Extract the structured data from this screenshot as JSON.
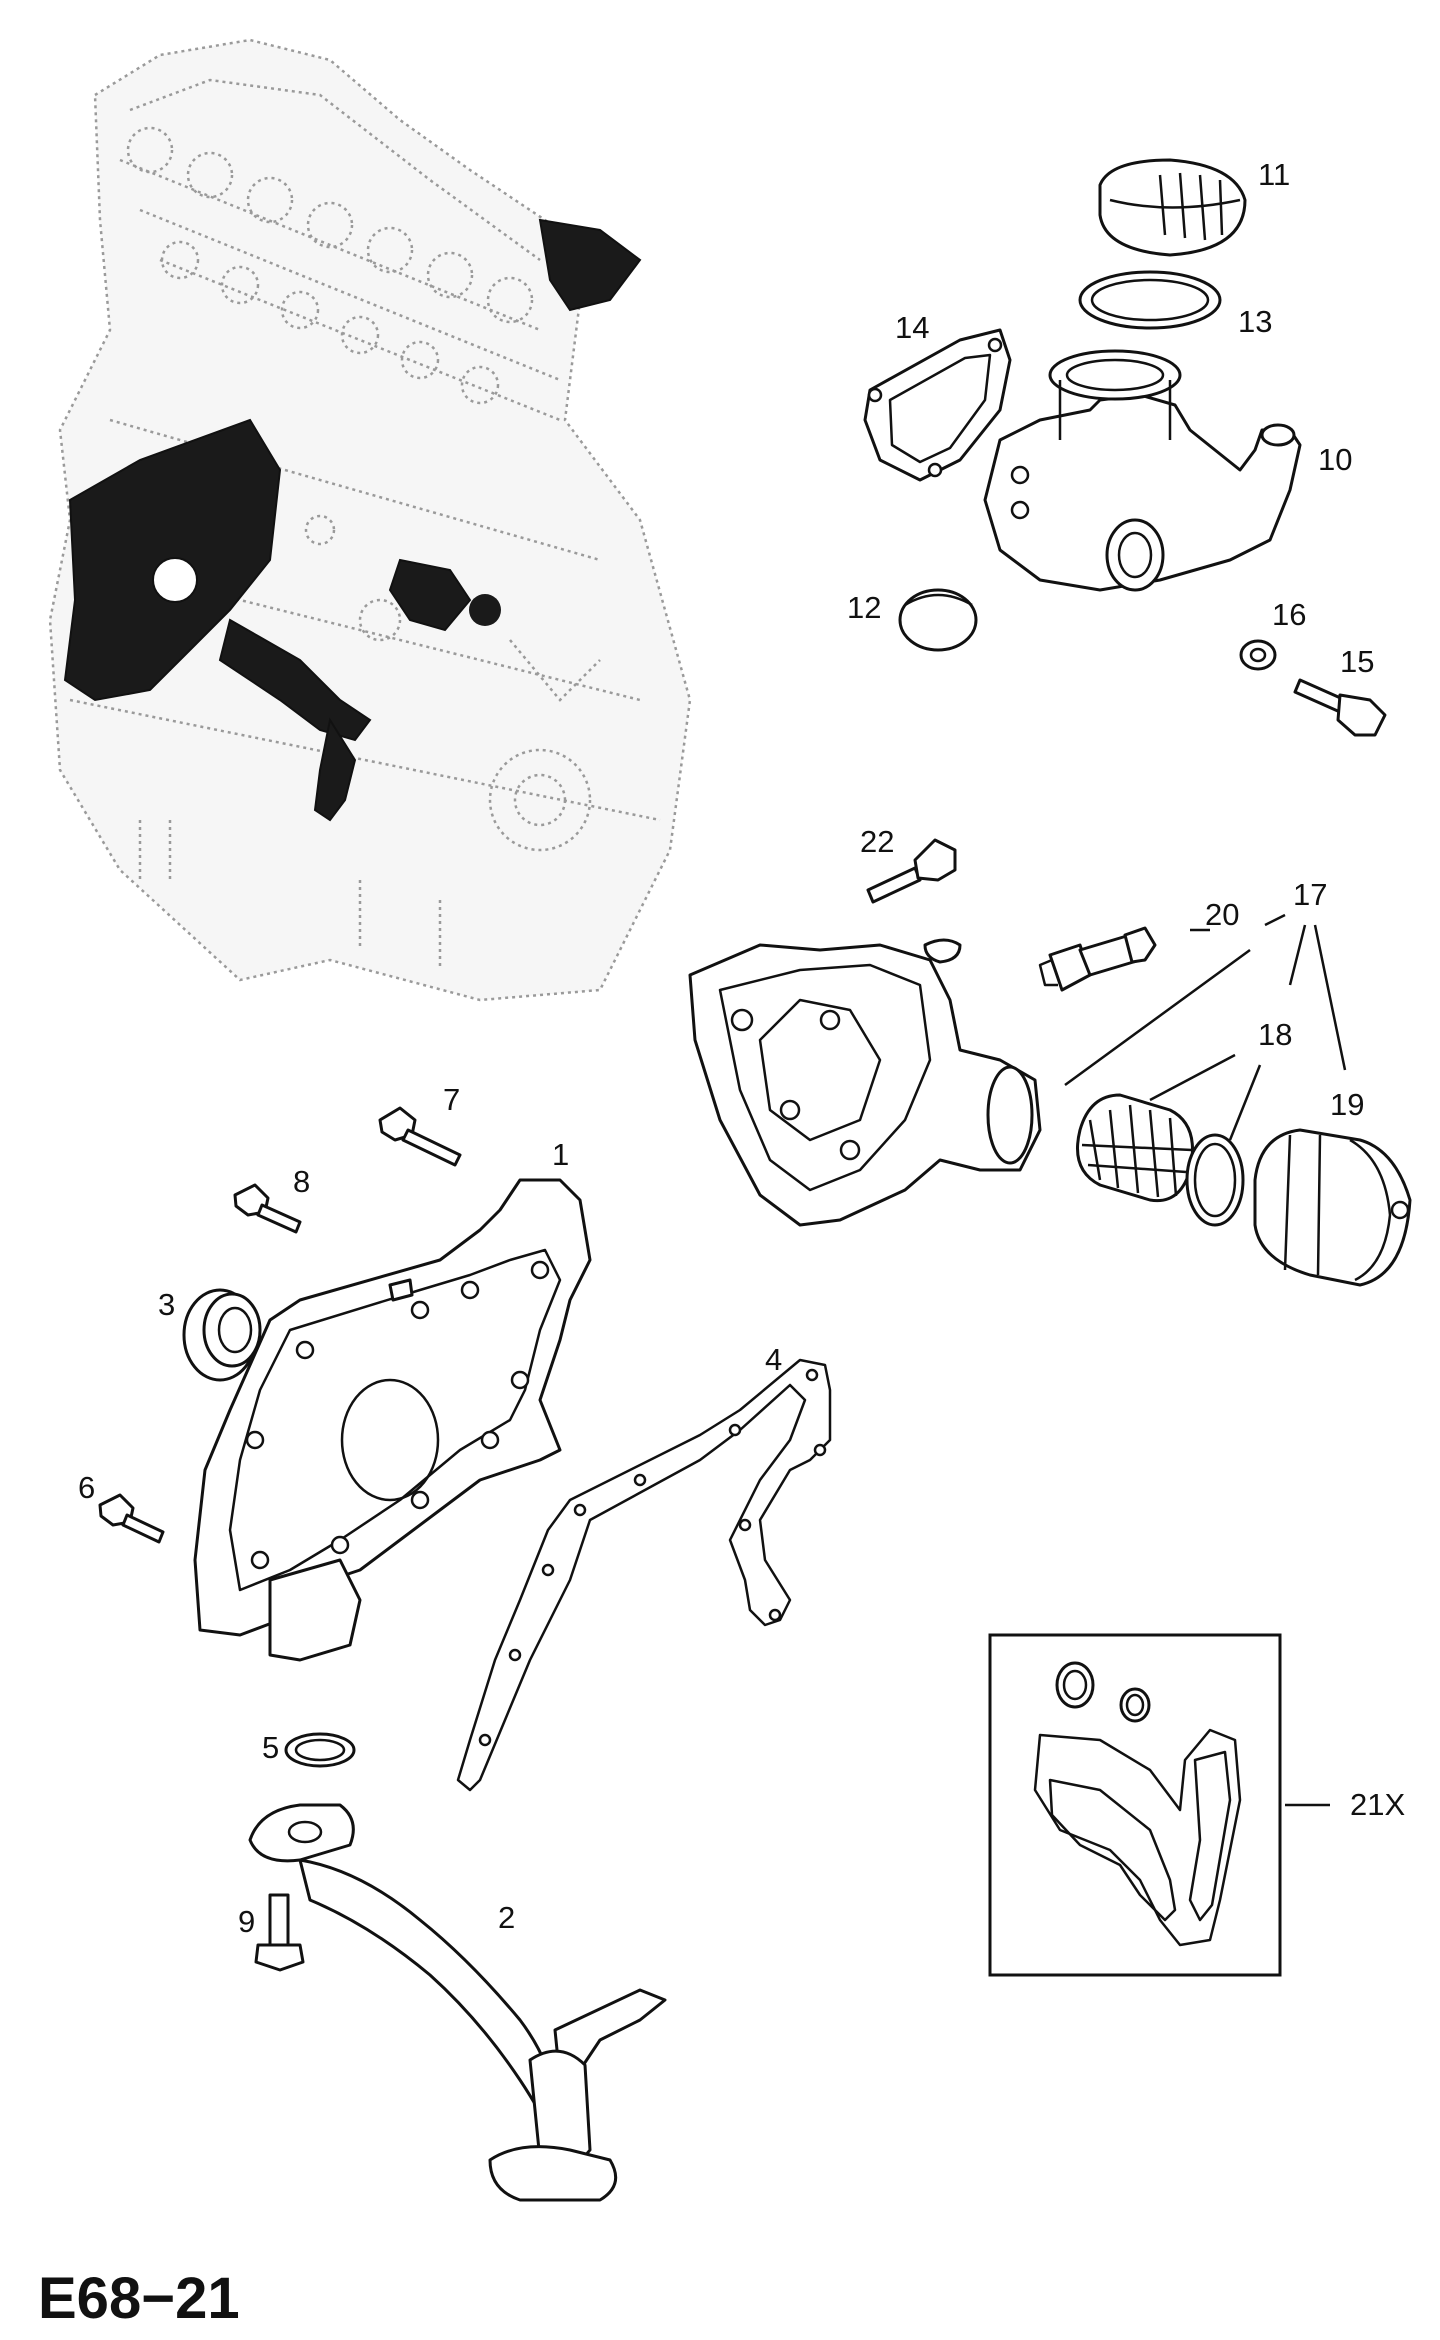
{
  "diagram_code": "E68−21",
  "callouts": {
    "c1": "1",
    "c2": "2",
    "c3": "3",
    "c4": "4",
    "c5": "5",
    "c6": "6",
    "c7": "7",
    "c8": "8",
    "c9": "9",
    "c10": "10",
    "c11": "11",
    "c12": "12",
    "c13": "13",
    "c14": "14",
    "c15": "15",
    "c16": "16",
    "c17": "17",
    "c18": "18",
    "c19": "19",
    "c20": "20",
    "c21x": "21X",
    "c22": "22"
  }
}
